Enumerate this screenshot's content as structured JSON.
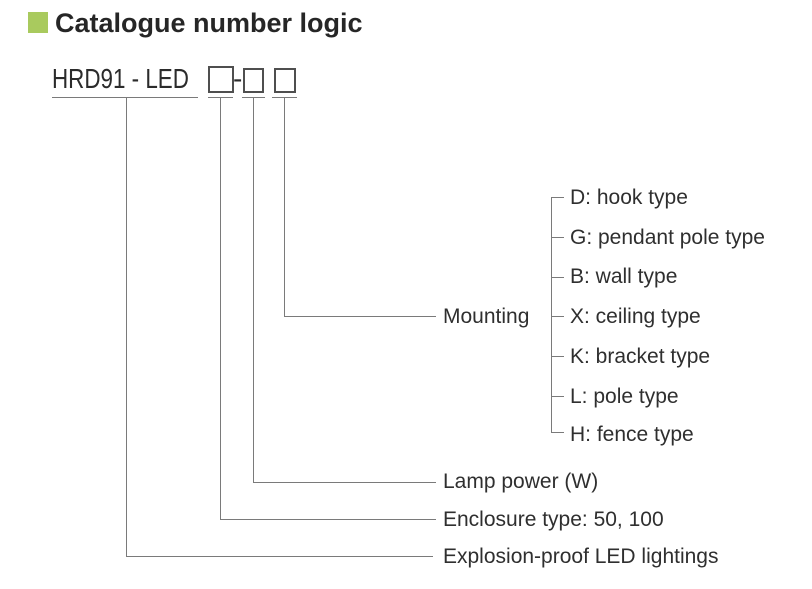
{
  "header": {
    "title": "Catalogue number logic"
  },
  "code": {
    "prefix": "HRD91 - LED",
    "separator": "-",
    "placeholder_boxes": 3
  },
  "legend": {
    "mounting": {
      "label": "Mounting",
      "options": [
        "D: hook type",
        "G: pendant pole type",
        "B: wall type",
        "X: ceiling type",
        "K: bracket type",
        "L: pole type",
        "H: fence type"
      ]
    },
    "lamp_power": {
      "label": "Lamp power (W)"
    },
    "enclosure_type": {
      "label": "Enclosure type: 50, 100"
    },
    "product": {
      "label": "Explosion-proof LED lightings"
    }
  },
  "colors": {
    "accent_green": "#a9ca5e",
    "connector_line": "#7a7a7a",
    "text": "#2b2b2b"
  }
}
